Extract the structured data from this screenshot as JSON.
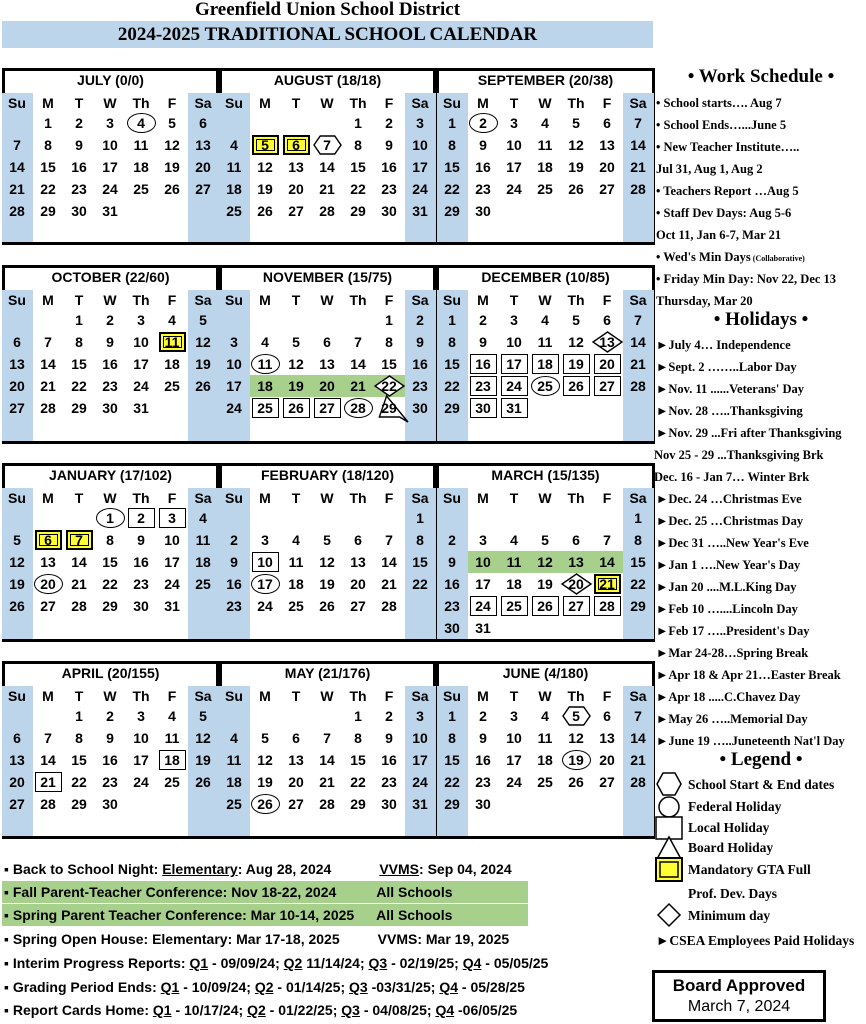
{
  "header": {
    "district": "Greenfield Union School District",
    "title": "2024-2025 TRADITIONAL SCHOOL CALENDAR"
  },
  "weekday_labels": [
    "Su",
    "M",
    "T",
    "W",
    "Th",
    "F",
    "Sa"
  ],
  "months": [
    {
      "title": "JULY  (0/0)",
      "start": 1,
      "days": 31,
      "marks": [
        {
          "day": 4,
          "type": "circle"
        }
      ]
    },
    {
      "title": "AUGUST  (18/18)",
      "start": 4,
      "days": 31,
      "marks": [
        {
          "day": 5,
          "type": "gta"
        },
        {
          "day": 6,
          "type": "gta"
        },
        {
          "day": 7,
          "type": "hexagon"
        }
      ]
    },
    {
      "title": "SEPTEMBER   (20/38)",
      "start": 0,
      "days": 30,
      "marks": [
        {
          "day": 2,
          "type": "circle"
        }
      ]
    },
    {
      "title": "OCTOBER  (22/60)",
      "start": 2,
      "days": 31,
      "marks": [
        {
          "day": 11,
          "type": "gta"
        }
      ]
    },
    {
      "title": "NOVEMBER   (15/75)",
      "start": 5,
      "days": 30,
      "marks": [
        {
          "day": 11,
          "type": "circle"
        },
        {
          "day": 22,
          "type": "diamond"
        },
        {
          "day": 25,
          "type": "box"
        },
        {
          "day": 26,
          "type": "box"
        },
        {
          "day": 27,
          "type": "box"
        },
        {
          "day": 28,
          "type": "circle"
        },
        {
          "day": 29,
          "type": "triangle"
        }
      ],
      "highlight_rows": [
        {
          "row": 3,
          "from": 1,
          "to": 5
        }
      ]
    },
    {
      "title": "DECEMBER   (10/85)",
      "start": 0,
      "days": 31,
      "marks": [
        {
          "day": 13,
          "type": "diamond"
        },
        {
          "day": 16,
          "type": "box"
        },
        {
          "day": 17,
          "type": "box"
        },
        {
          "day": 18,
          "type": "box"
        },
        {
          "day": 19,
          "type": "box"
        },
        {
          "day": 20,
          "type": "box"
        },
        {
          "day": 23,
          "type": "box"
        },
        {
          "day": 24,
          "type": "box"
        },
        {
          "day": 25,
          "type": "circle"
        },
        {
          "day": 26,
          "type": "box"
        },
        {
          "day": 27,
          "type": "box"
        },
        {
          "day": 30,
          "type": "box"
        },
        {
          "day": 31,
          "type": "box"
        }
      ]
    },
    {
      "title": "JANUARY   (17/102)",
      "start": 3,
      "days": 31,
      "marks": [
        {
          "day": 1,
          "type": "circle"
        },
        {
          "day": 2,
          "type": "box"
        },
        {
          "day": 3,
          "type": "box"
        },
        {
          "day": 6,
          "type": "gta"
        },
        {
          "day": 7,
          "type": "gta"
        },
        {
          "day": 20,
          "type": "circle"
        }
      ]
    },
    {
      "title": "FEBRUARY   (18/120)",
      "start": 6,
      "days": 28,
      "marks": [
        {
          "day": 10,
          "type": "box"
        },
        {
          "day": 17,
          "type": "circle"
        }
      ]
    },
    {
      "title": "MARCH   (15/135)",
      "start": 6,
      "days": 31,
      "marks": [
        {
          "day": 20,
          "type": "diamond"
        },
        {
          "day": 21,
          "type": "gta"
        },
        {
          "day": 24,
          "type": "box"
        },
        {
          "day": 25,
          "type": "box"
        },
        {
          "day": 26,
          "type": "box"
        },
        {
          "day": 27,
          "type": "box"
        },
        {
          "day": 28,
          "type": "box"
        }
      ],
      "highlight_rows": [
        {
          "row": 2,
          "from": 1,
          "to": 5
        }
      ]
    },
    {
      "title": "APRIL   (20/155)",
      "start": 2,
      "days": 30,
      "marks": [
        {
          "day": 18,
          "type": "box"
        },
        {
          "day": 21,
          "type": "box"
        }
      ]
    },
    {
      "title": "MAY  (21/176)",
      "start": 4,
      "days": 31,
      "marks": [
        {
          "day": 26,
          "type": "circle"
        }
      ]
    },
    {
      "title": "JUNE   (4/180)",
      "start": 0,
      "days": 30,
      "marks": [
        {
          "day": 5,
          "type": "hexagon"
        },
        {
          "day": 19,
          "type": "circle"
        }
      ]
    }
  ],
  "work_schedule": {
    "heading": "• Work Schedule •",
    "lines": [
      "• School starts…. Aug 7",
      "• School Ends…...June 5",
      "• New Teacher Institute…..",
      "  Jul 31, Aug 1, Aug 2",
      "• Teachers Report …Aug 5",
      "• Staff Dev Days: Aug 5-6",
      "   Oct 11, Jan 6-7, Mar 21",
      "• Wed's Min Days",
      "• Friday Min Day: Nov 22, Dec 13",
      "Thursday, Mar 20"
    ],
    "collab_note": "(Collaborative)"
  },
  "holidays": {
    "heading": "• Holidays •",
    "lines": [
      "►July 4… Independence",
      "►Sept. 2 ……..Labor Day",
      "►Nov. 11 ......Veterans' Day",
      "►Nov. 28 …..Thanksgiving",
      "►Nov. 29 ...Fri after Thanksgiving",
      "Nov  25 - 29 ...Thanksgiving Brk",
      "Dec.  16 - Jan 7… Winter Brk",
      "►Dec. 24 …Christmas Eve",
      "►Dec. 25 …Christmas Day",
      "►Dec 31 …..New Year's Eve",
      "►Jan 1 ….New Year's Day",
      "►Jan 20 ....M.L.King Day",
      "►Feb 10 …....Lincoln Day",
      "►Feb 17 …..President's Day",
      "►Mar 24-28…Spring Break",
      "►Apr 18 & Apr 21…Easter Break",
      "►Apr 18  .....C.Chavez Day",
      "►May 26 …..Memorial Day",
      "►June 19 …..Juneteenth Nat'l Day"
    ]
  },
  "legend": {
    "heading": "• Legend •",
    "items": [
      {
        "icon": "hexagon",
        "label": "School Start & End dates"
      },
      {
        "icon": "circle",
        "label": "Federal Holiday"
      },
      {
        "icon": "square",
        "label": "Local Holiday"
      },
      {
        "icon": "triangle",
        "label": "Board Holiday"
      },
      {
        "icon": "gta",
        "label": "Mandatory GTA Full"
      },
      {
        "icon": "none",
        "label": "Prof. Dev. Days"
      },
      {
        "icon": "diamond",
        "label": "Minimum day"
      },
      {
        "icon": "none",
        "label": "►CSEA Employees Paid Holidays"
      }
    ]
  },
  "events": {
    "back_to_school": {
      "prefix": "▪ Back to School Night: ",
      "elem_label": "Elementary",
      "elem_date": ": Aug 28, 2024",
      "vvms_label": "VVMS",
      "vvms_date": ": Sep 04, 2024"
    },
    "fall_conf": {
      "text": "▪ Fall Parent-Teacher Conference: Nov 18-22, 2024",
      "scope": "All Schools"
    },
    "spring_conf": {
      "text": "▪ Spring Parent Teacher Conference: Mar 10-14, 2025",
      "scope": "All Schools"
    },
    "open_house": {
      "text": "▪ Spring Open House: Elementary: Mar 17-18, 2025",
      "vvms": "VVMS: Mar 19, 2025"
    },
    "interim": {
      "prefix": "▪ Interim Progress Reports: ",
      "q": [
        [
          "Q1",
          " - 09/09/24; "
        ],
        [
          "Q2",
          " 11/14/24; "
        ],
        [
          "Q3",
          " - 02/19/25; "
        ],
        [
          "Q4",
          " - 05/05/25"
        ]
      ]
    },
    "grading": {
      "prefix": "▪ Grading Period Ends: ",
      "q": [
        [
          "Q1",
          " - 10/09/24; "
        ],
        [
          "Q2",
          " - 01/14/25; "
        ],
        [
          "Q3",
          " -03/31/25; "
        ],
        [
          "Q4",
          " - 05/28/25"
        ]
      ]
    },
    "report_cards": {
      "prefix": "▪ Report Cards Home: ",
      "q": [
        [
          "Q1",
          " - 10/17/24; "
        ],
        [
          "Q2",
          " - 01/22/25; "
        ],
        [
          "Q3",
          " - 04/08/25; "
        ],
        [
          "Q4",
          " -06/05/25"
        ]
      ]
    }
  },
  "approval": {
    "line1": "Board Approved",
    "line2": "March 7, 2024"
  },
  "colors": {
    "header_bg": "#bcd5ea",
    "weekend_col": "#bcd5ea",
    "highlight": "#a8d08d",
    "gta_fill": "#ffff33"
  }
}
